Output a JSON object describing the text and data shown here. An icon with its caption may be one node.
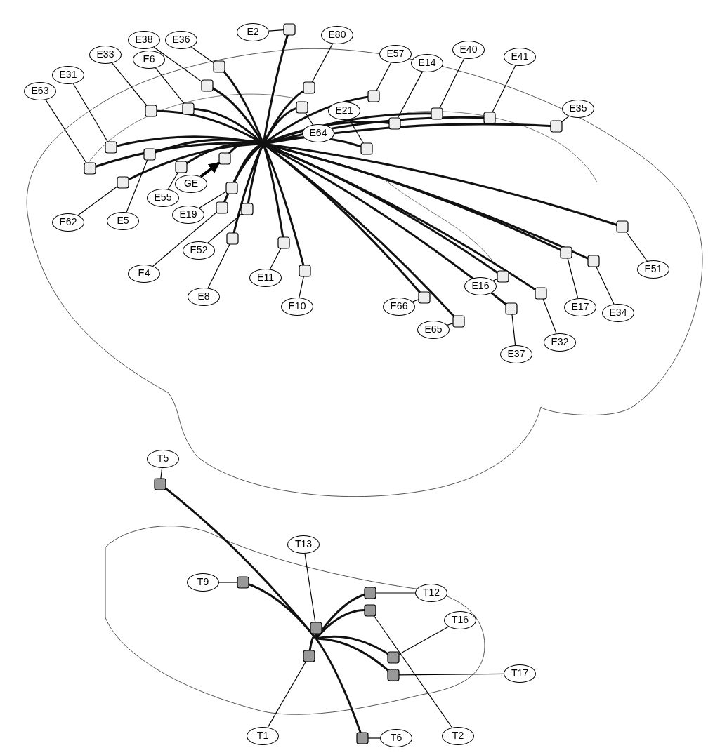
{
  "diagram": {
    "nodes": [
      {
        "text": [
          "E38"
        ]
      },
      {
        "text": [
          "E36"
        ]
      },
      {
        "text": [
          "E2"
        ]
      },
      {
        "text": [
          "E80"
        ]
      },
      {
        "text": [
          "E57"
        ]
      },
      {
        "text": [
          "E40"
        ]
      },
      {
        "text": [
          "E41"
        ]
      },
      {
        "text": [
          "E33"
        ]
      },
      {
        "text": [
          "E6"
        ]
      },
      {
        "text": [
          "E14"
        ]
      },
      {
        "text": [
          "E31"
        ]
      },
      {
        "text": [
          "E63"
        ]
      },
      {
        "text": [
          "E35"
        ]
      },
      {
        "text": [
          "E21"
        ]
      },
      {
        "text": [
          "E64"
        ]
      },
      {
        "text": [
          "GE"
        ]
      },
      {
        "text": [
          "E55"
        ]
      },
      {
        "text": [
          "E19"
        ]
      },
      {
        "text": [
          "E5"
        ]
      },
      {
        "text": [
          "E62"
        ]
      },
      {
        "text": [
          "E52"
        ]
      },
      {
        "text": [
          "E4"
        ]
      },
      {
        "text": [
          "E11"
        ]
      },
      {
        "text": [
          "E51"
        ]
      },
      {
        "text": [
          "E16"
        ]
      },
      {
        "text": [
          "E8"
        ]
      },
      {
        "text": [
          "E66"
        ]
      },
      {
        "text": [
          "E10"
        ]
      },
      {
        "text": [
          "E34"
        ]
      },
      {
        "text": [
          "E17"
        ]
      },
      {
        "text": [
          "E65"
        ]
      },
      {
        "text": [
          "E32"
        ]
      },
      {
        "text": [
          "E37"
        ]
      },
      {
        "text": [
          "T5"
        ]
      },
      {
        "text": [
          "T13"
        ]
      },
      {
        "text": [
          "T9"
        ]
      },
      {
        "text": [
          "T12"
        ]
      },
      {
        "text": [
          "T16"
        ]
      },
      {
        "text": [
          "T17"
        ]
      },
      {
        "text": [
          "T1"
        ]
      },
      {
        "text": [
          "T2"
        ]
      },
      {
        "text": [
          "T6"
        ]
      },
      {
        "text": [],
        "shape": "box"
      },
      {
        "text": [],
        "shape": "box"
      },
      {
        "text": [],
        "shape": "box"
      },
      {
        "text": [],
        "shape": "box"
      },
      {
        "text": [],
        "shape": "box"
      },
      {
        "text": [],
        "shape": "box"
      },
      {
        "text": [],
        "shape": "box"
      },
      {
        "text": [],
        "shape": "box"
      },
      {
        "text": [],
        "shape": "box"
      },
      {
        "text": [],
        "shape": "box"
      },
      {
        "text": [],
        "shape": "box"
      },
      {
        "text": [],
        "shape": "box"
      },
      {
        "text": [],
        "shape": "box"
      },
      {
        "text": [],
        "shape": "box"
      },
      {
        "text": [],
        "shape": "box"
      },
      {
        "text": [],
        "shape": "box"
      },
      {
        "text": [],
        "shape": "box"
      },
      {
        "text": [],
        "shape": "box"
      },
      {
        "text": [],
        "shape": "box"
      },
      {
        "text": [],
        "shape": "box"
      },
      {
        "text": [],
        "shape": "box"
      },
      {
        "text": [],
        "shape": "box"
      },
      {
        "text": [],
        "shape": "box"
      },
      {
        "text": [],
        "shape": "box"
      },
      {
        "text": [],
        "shape": "box"
      },
      {
        "text": [],
        "shape": "box"
      },
      {
        "text": [],
        "shape": "box"
      },
      {
        "text": [],
        "shape": "box"
      },
      {
        "text": [],
        "shape": "box"
      },
      {
        "text": [],
        "shape": "box"
      },
      {
        "text": [],
        "shape": "box"
      },
      {
        "text": [],
        "shape": "box"
      },
      {
        "text": [],
        "shape": "box"
      },
      {
        "text": [],
        "shape": "box"
      },
      {
        "text": [],
        "shape": "box"
      },
      {
        "text": [],
        "shape": "box"
      },
      {
        "text": [],
        "shape": "box"
      },
      {
        "text": [],
        "shape": "box"
      },
      {
        "text": [],
        "shape": "box"
      },
      {
        "text": [],
        "shape": "box"
      },
      {
        "text": [],
        "shape": "box"
      },
      {
        "text": [],
        "shape": "box"
      }
    ],
    "edges": [
      {
        "from": 0,
        "to": 42,
        "arrow": "none"
      },
      {
        "from": 1,
        "to": 43,
        "arrow": "none"
      },
      {
        "from": 2,
        "to": 44,
        "arrow": "none"
      },
      {
        "from": 3,
        "to": 45,
        "arrow": "none"
      },
      {
        "from": 4,
        "to": 46,
        "arrow": "none"
      },
      {
        "from": 5,
        "to": 47,
        "arrow": "none"
      },
      {
        "from": 6,
        "to": 48,
        "arrow": "none"
      },
      {
        "from": 7,
        "to": 49,
        "arrow": "none"
      },
      {
        "from": 8,
        "to": 50,
        "arrow": "none"
      },
      {
        "from": 9,
        "to": 51,
        "arrow": "none"
      },
      {
        "from": 10,
        "to": 52,
        "arrow": "none"
      },
      {
        "from": 11,
        "to": 53,
        "arrow": "none"
      },
      {
        "from": 12,
        "to": 54,
        "arrow": "none"
      },
      {
        "from": 13,
        "to": 55,
        "arrow": "none"
      },
      {
        "from": 14,
        "to": 56,
        "arrow": "none"
      },
      {
        "from": 15,
        "to": 57,
        "arrow": "to",
        "style": "thick"
      },
      {
        "from": 16,
        "to": 58,
        "arrow": "none"
      },
      {
        "from": 17,
        "to": 59,
        "arrow": "none"
      },
      {
        "from": 18,
        "to": 60,
        "arrow": "none"
      },
      {
        "from": 19,
        "to": 61,
        "arrow": "none"
      },
      {
        "from": 20,
        "to": 62,
        "arrow": "none"
      },
      {
        "from": 21,
        "to": 63,
        "arrow": "none"
      },
      {
        "from": 22,
        "to": 64,
        "arrow": "none"
      },
      {
        "from": 23,
        "to": 65,
        "arrow": "none"
      },
      {
        "from": 24,
        "to": 66,
        "arrow": "none"
      },
      {
        "from": 25,
        "to": 67,
        "arrow": "none"
      },
      {
        "from": 26,
        "to": 68,
        "arrow": "none"
      },
      {
        "from": 27,
        "to": 69,
        "arrow": "none"
      },
      {
        "from": 28,
        "to": 70,
        "arrow": "none"
      },
      {
        "from": 29,
        "to": 71,
        "arrow": "none"
      },
      {
        "from": 30,
        "to": 72,
        "arrow": "none"
      },
      {
        "from": 31,
        "to": 73,
        "arrow": "none"
      },
      {
        "from": 32,
        "to": 74,
        "arrow": "none"
      },
      {
        "from": 33,
        "to": 75,
        "arrow": "none"
      },
      {
        "from": 34,
        "to": 76,
        "arrow": "none"
      },
      {
        "from": 35,
        "to": 77,
        "arrow": "none"
      },
      {
        "from": 36,
        "to": 78,
        "arrow": "none"
      },
      {
        "from": 37,
        "to": 79,
        "arrow": "none"
      },
      {
        "from": 38,
        "to": 80,
        "arrow": "none"
      },
      {
        "from": 39,
        "to": 81,
        "arrow": "none"
      },
      {
        "from": 40,
        "to": 82,
        "arrow": "none"
      },
      {
        "from": 41,
        "to": 83,
        "arrow": "none"
      }
    ]
  }
}
